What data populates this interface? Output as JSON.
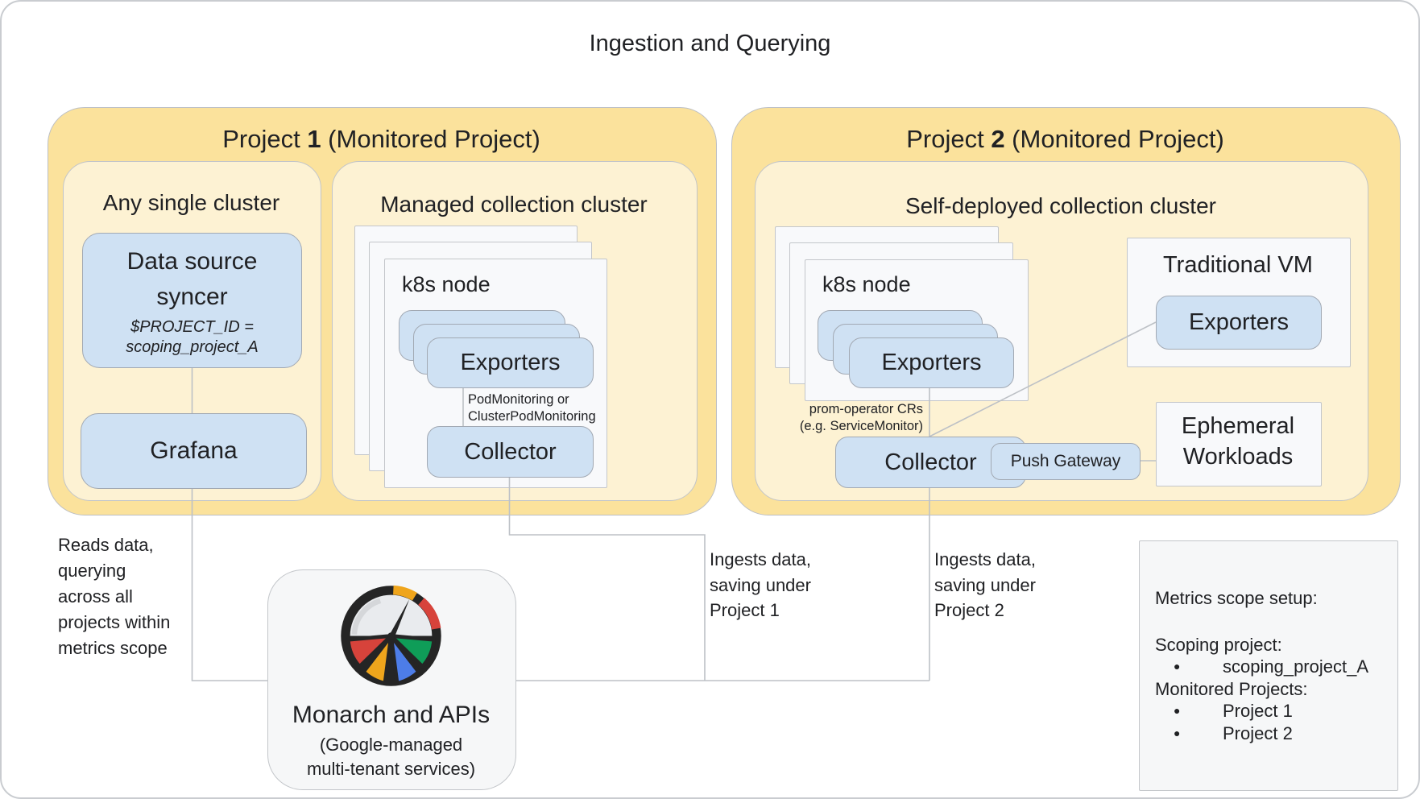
{
  "title": "Ingestion and Querying",
  "project1": {
    "name_pre": "Project ",
    "name_bold": "1",
    "name_post": " (Monitored Project)",
    "any_cluster": {
      "heading": "Any single cluster",
      "data_source_syncer": {
        "line1": "Data source",
        "line2": "syncer",
        "var_line1": "$PROJECT_ID =",
        "var_line2": "scoping_project_A"
      },
      "grafana": "Grafana"
    },
    "managed_cluster": {
      "heading": "Managed collection cluster",
      "node_label": "k8s node",
      "exporters": "Exporters",
      "caption_line1": "PodMonitoring or",
      "caption_line2": "ClusterPodMonitoring",
      "collector": "Collector"
    }
  },
  "project2": {
    "name_pre": "Project ",
    "name_bold": "2",
    "name_post": " (Monitored Project)",
    "self_cluster": {
      "heading": "Self-deployed collection cluster",
      "node_label": "k8s node",
      "exporters": "Exporters",
      "caption_line1": "prom-operator CRs",
      "caption_line2": "(e.g. ServiceMonitor)",
      "collector": "Collector",
      "push_gateway": "Push Gateway",
      "traditional_vm": {
        "heading": "Traditional VM",
        "exporters": "Exporters"
      },
      "ephemeral": {
        "line1": "Ephemeral",
        "line2": "Workloads"
      }
    }
  },
  "monarch": {
    "title": "Monarch and APIs",
    "subtitle_line1": "(Google-managed",
    "subtitle_line2": "multi-tenant services)",
    "icon": "cloud-monitoring-gauge-icon"
  },
  "annotations": {
    "reads": [
      "Reads data,",
      "querying",
      "across all",
      "projects within",
      "metrics scope"
    ],
    "ingests1": [
      "Ingests data,",
      "saving under",
      "Project 1"
    ],
    "ingests2": [
      "Ingests data,",
      "saving under",
      "Project 2"
    ]
  },
  "metrics_scope": {
    "title": "Metrics scope setup:",
    "scoping_label": "Scoping project:",
    "bullet": "●",
    "scoping_value": "scoping_project_A",
    "monitored_label": "Monitored Projects:",
    "monitored_values": [
      "Project 1",
      "Project 2"
    ]
  },
  "colors": {
    "gold": "#fbe29c",
    "light_gold": "#fdf2d3",
    "blue_box": "#cfe1f3",
    "card": "#f8f9fb",
    "panel": "#f6f7f8",
    "connector_line": "#bdc1c6",
    "text": "#202124",
    "icon_dark": "#252525",
    "icon_red": "#d7433b",
    "icon_yellow": "#efa51c",
    "icon_blue": "#4d7de8",
    "icon_green": "#0f9d58"
  }
}
